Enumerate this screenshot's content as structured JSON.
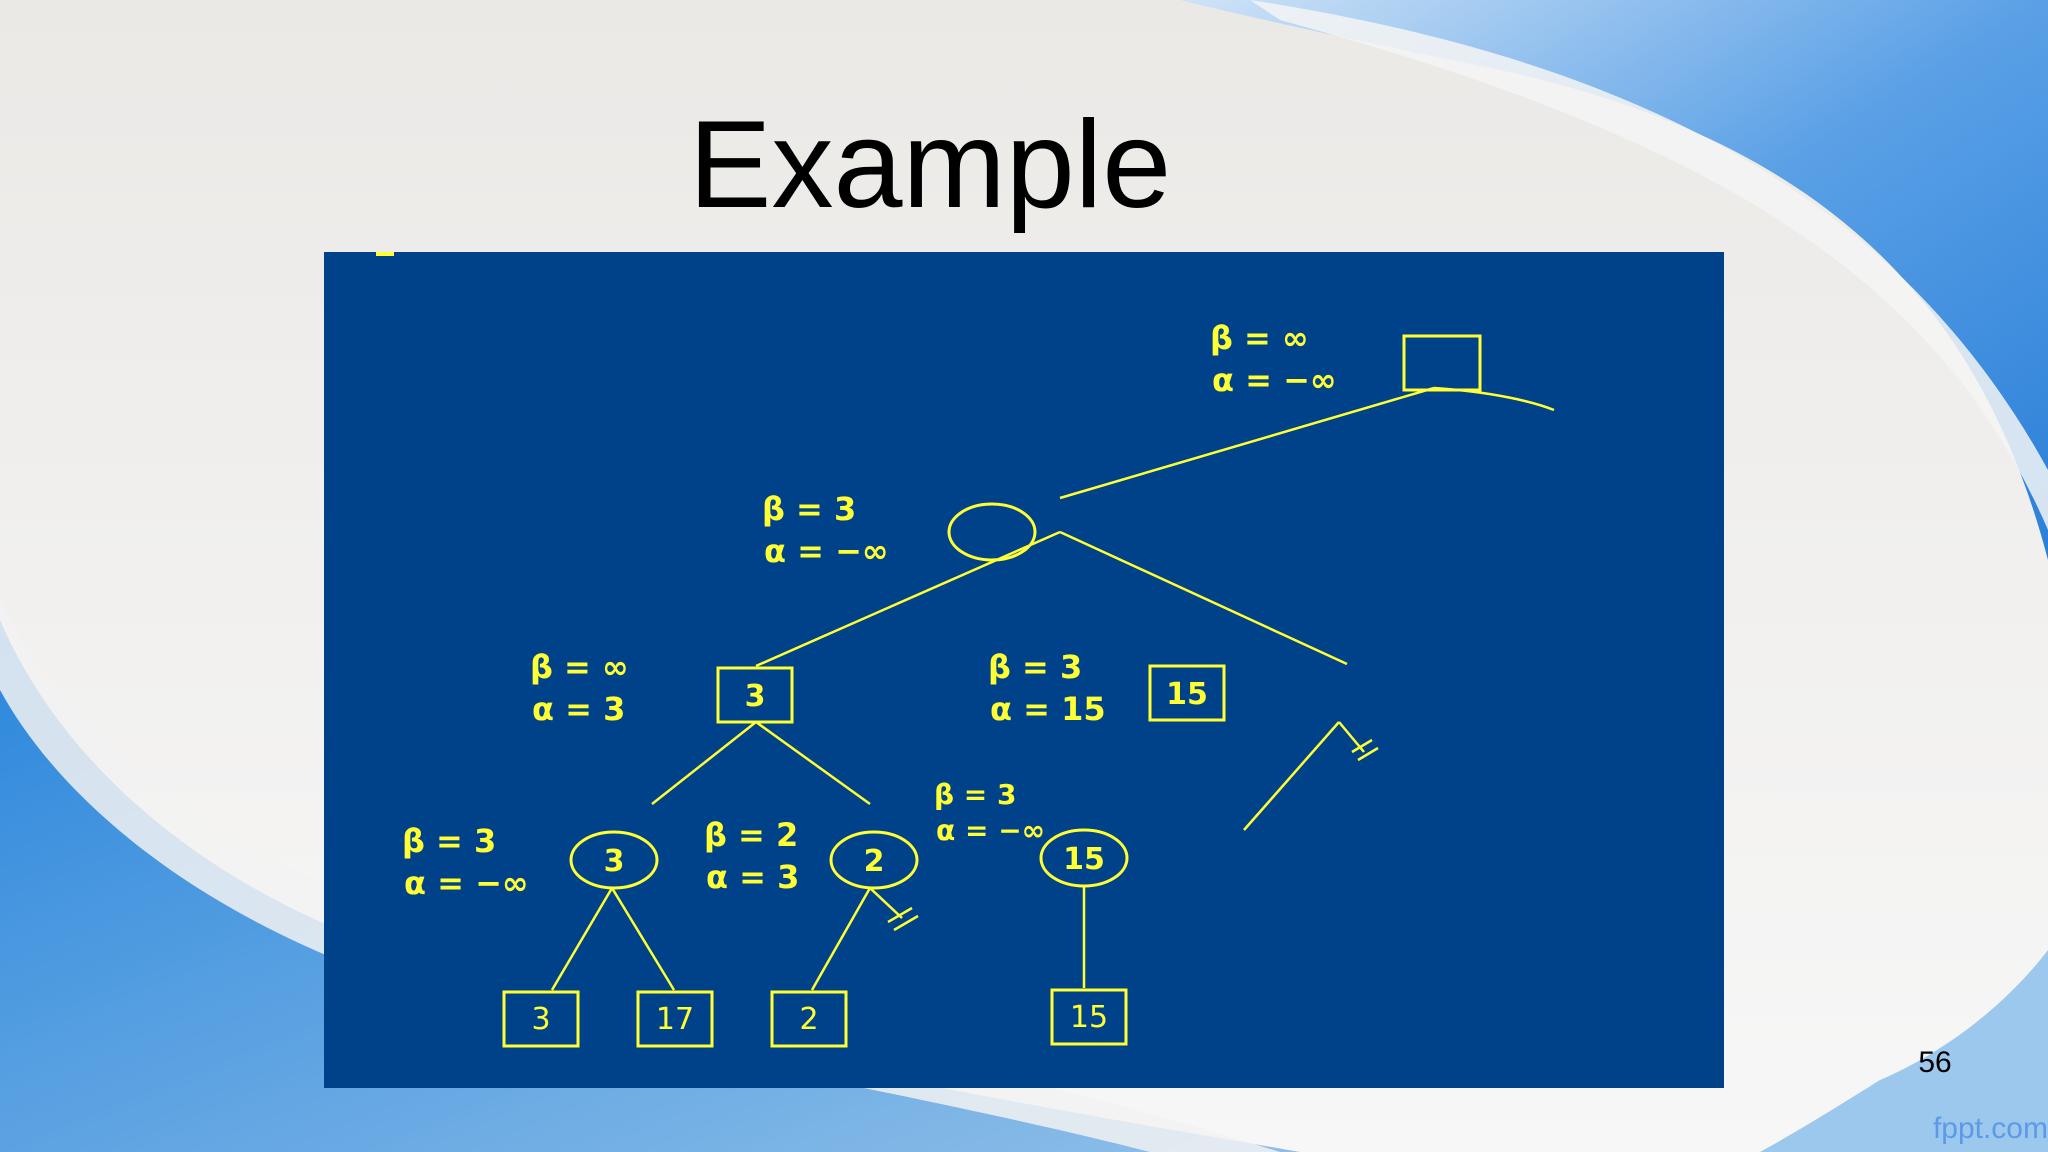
{
  "slide": {
    "title": "Example",
    "page_number": "56",
    "watermark": "fppt.com"
  },
  "colors": {
    "panel_background": "#00428a",
    "tree_stroke": "#ffff33",
    "text": "#000000",
    "swoosh_blue": "#3f8fe0"
  },
  "tree": {
    "root": {
      "shape": "square",
      "value": "",
      "beta": "β = ∞",
      "alpha": "α = −∞"
    },
    "n1": {
      "shape": "circle",
      "value": "",
      "beta": "β = 3",
      "alpha": "α = −∞"
    },
    "n2": {
      "shape": "square",
      "value": "3",
      "beta": "β = ∞",
      "alpha": "α = 3"
    },
    "n3": {
      "shape": "square",
      "value": "15",
      "beta": "β = 3",
      "alpha": "α = 15"
    },
    "n4": {
      "shape": "circle",
      "value": "3",
      "beta": "β = 3",
      "alpha": "α = −∞"
    },
    "n5": {
      "shape": "circle",
      "value": "2",
      "beta": "β = 2",
      "alpha": "α = 3"
    },
    "n6": {
      "shape": "circle",
      "value": "15",
      "beta": "β = 3",
      "alpha": "α = −∞"
    },
    "leaves": [
      "3",
      "17",
      "2",
      "15"
    ],
    "pruned_edges": [
      "n5 right branch",
      "n3 right branch"
    ]
  }
}
